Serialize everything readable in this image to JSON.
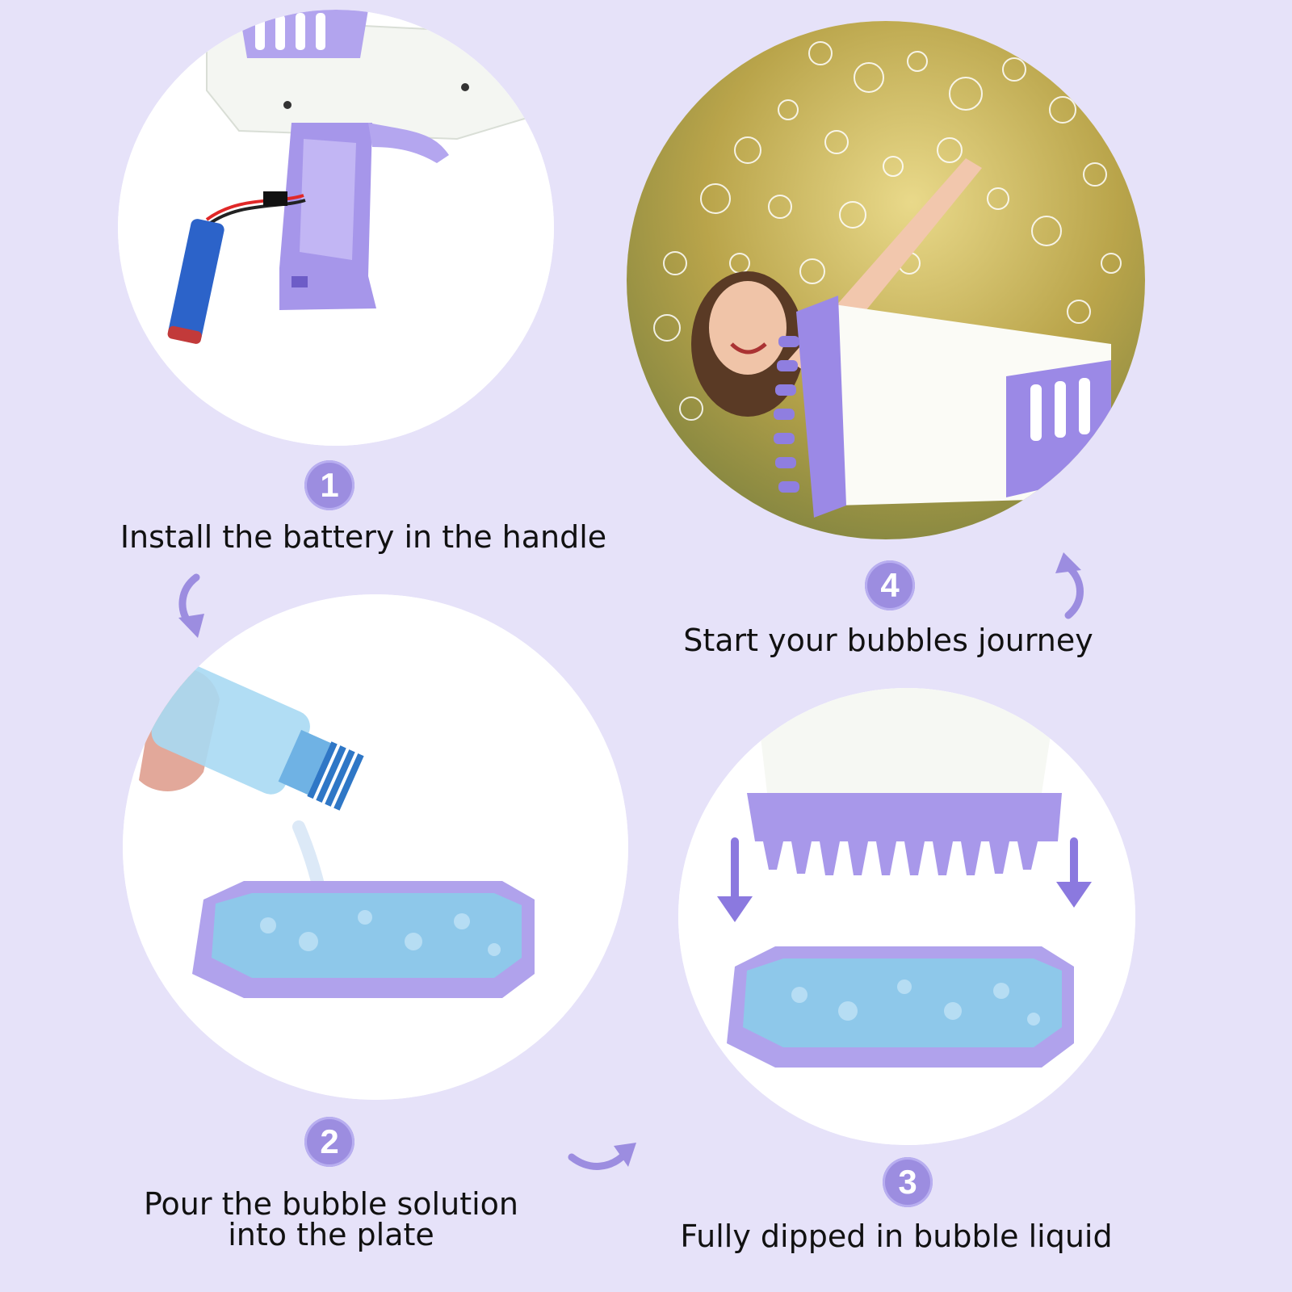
{
  "steps": [
    {
      "number": "1",
      "text": "Install the battery in the handle"
    },
    {
      "number": "2",
      "text_line1": "Pour the bubble solution",
      "text_line2": "into the plate"
    },
    {
      "number": "3",
      "text": "Fully dipped in bubble liquid"
    },
    {
      "number": "4",
      "text": "Start your bubbles journey"
    }
  ],
  "colors": {
    "background": "#e6e2f9",
    "accent_purple": "#9c8de0",
    "toy_purple": "#a697e8",
    "bubble_blue": "#8ec8ea"
  },
  "icons": [
    "curved-arrow-down-icon",
    "curved-arrow-right-icon",
    "curved-arrow-up-icon",
    "down-arrow-icon"
  ]
}
